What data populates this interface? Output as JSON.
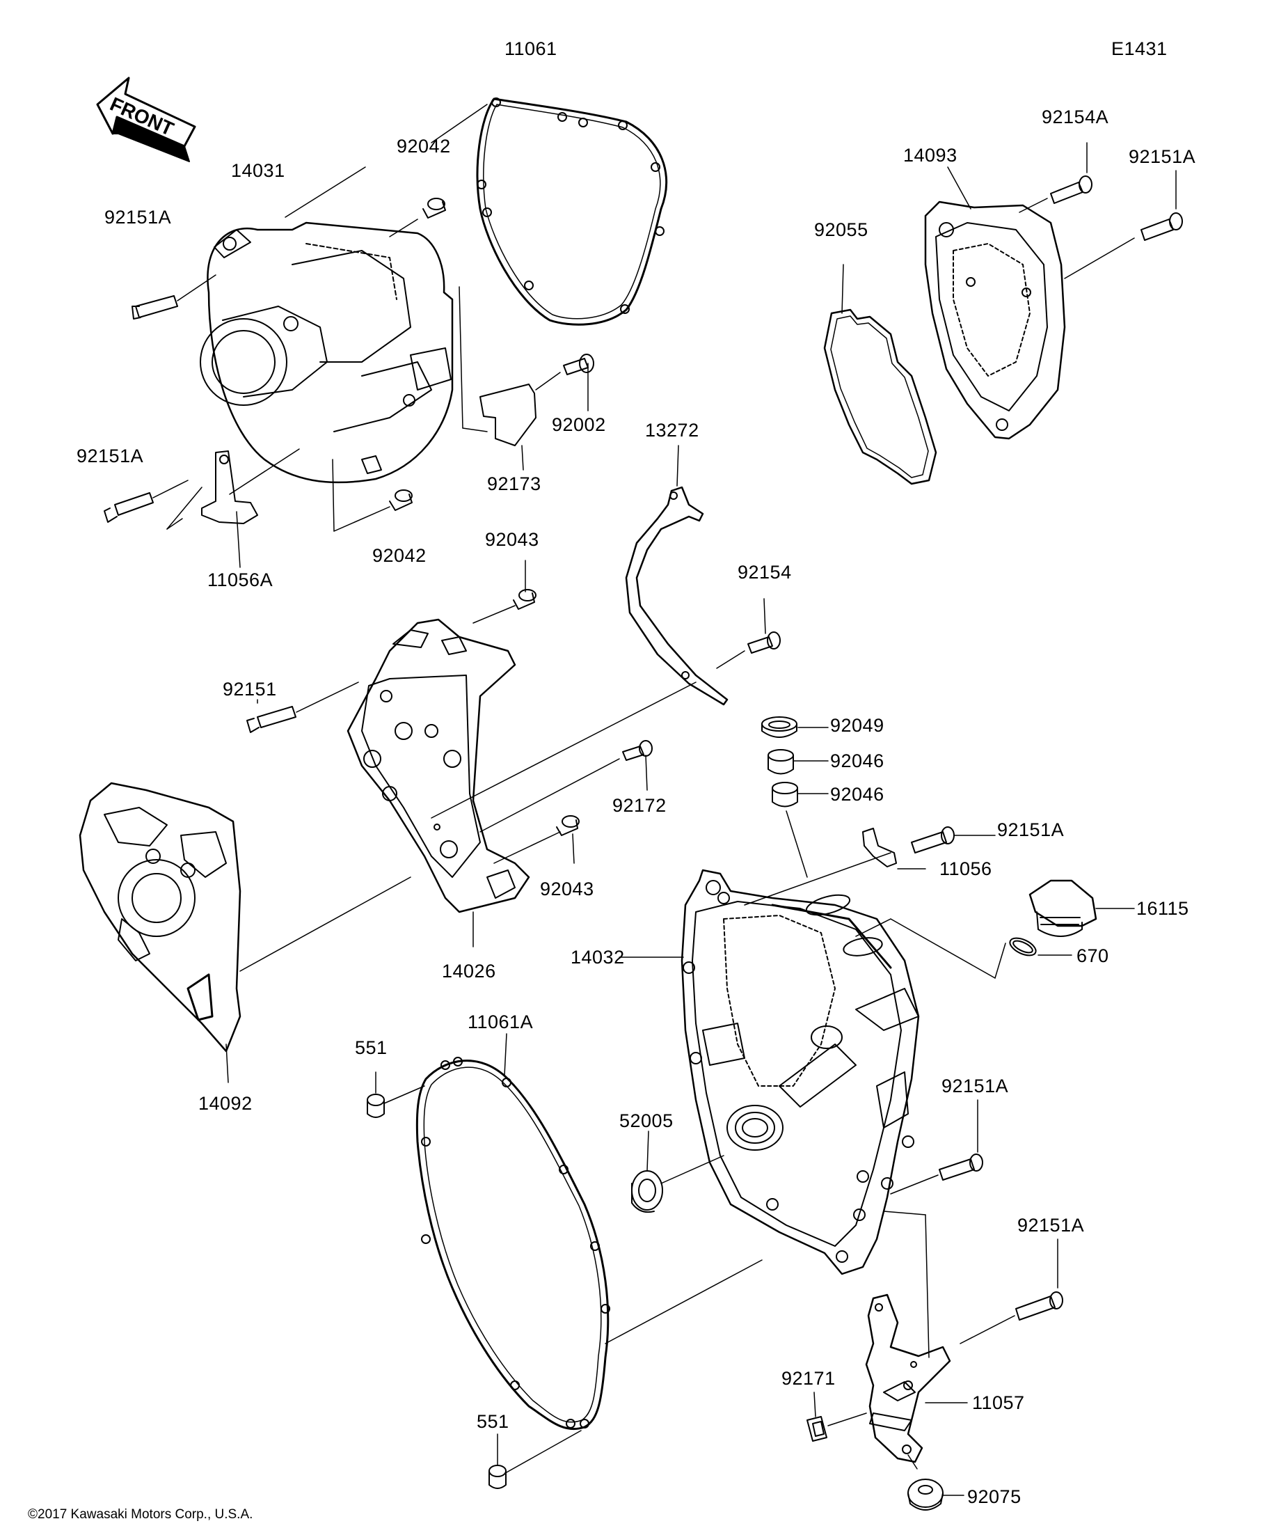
{
  "diagram_id": "E1431",
  "front_label": "FRONT",
  "copyright": "©2017 Kawasaki Motors Corp., U.S.A.",
  "colors": {
    "ink": "#000000",
    "paper": "#ffffff"
  },
  "labels": {
    "l_11061": "11061",
    "l_92042_top": "92042",
    "l_14031": "14031",
    "l_92151A_1": "92151A",
    "l_92151A_2": "92151A",
    "l_11056A": "11056A",
    "l_92042_bottom": "92042",
    "l_92002": "92002",
    "l_92173": "92173",
    "l_14093": "14093",
    "l_92154A": "92154A",
    "l_92151A_3": "92151A",
    "l_92055": "92055",
    "l_13272": "13272",
    "l_92043_top": "92043",
    "l_92154": "92154",
    "l_92151": "92151",
    "l_92049": "92049",
    "l_92046_a": "92046",
    "l_92046_b": "92046",
    "l_92172": "92172",
    "l_92151A_4": "92151A",
    "l_11056": "11056",
    "l_92043_bottom": "92043",
    "l_16115": "16115",
    "l_14032": "14032",
    "l_670": "670",
    "l_14026": "14026",
    "l_14092": "14092",
    "l_11061A": "11061A",
    "l_551_top": "551",
    "l_92151A_5": "92151A",
    "l_52005": "52005",
    "l_92151A_6": "92151A",
    "l_92171": "92171",
    "l_11057": "11057",
    "l_551_bottom": "551",
    "l_92075": "92075"
  }
}
